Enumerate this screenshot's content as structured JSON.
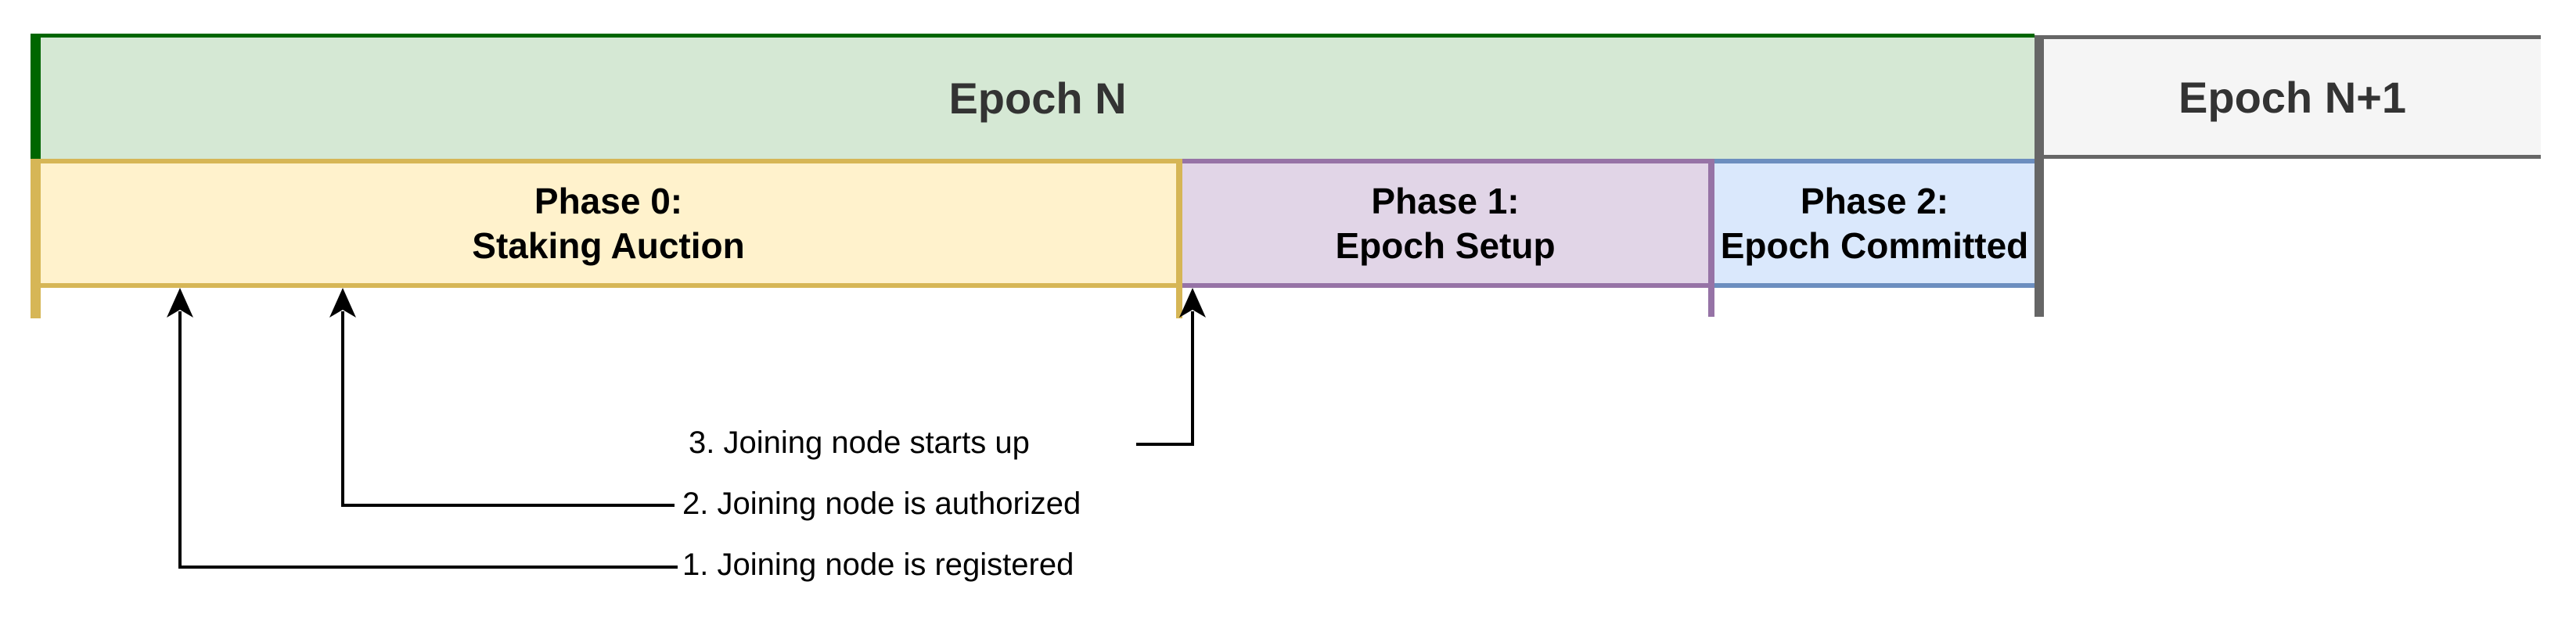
{
  "epoch_row": {
    "epoch_n": {
      "label": "Epoch N",
      "fill": "#d5e8d4",
      "border": "#006600",
      "text_color": "#333333"
    },
    "epoch_n_plus_1": {
      "label": "Epoch N+1",
      "fill": "#f5f5f5",
      "border": "#666666",
      "text_color": "#333333"
    },
    "boundary_bar_color": "#666666"
  },
  "phases": [
    {
      "title": "Phase 0:",
      "subtitle": "Staking Auction",
      "fill": "#fff2cc",
      "border": "#d6b656"
    },
    {
      "title": "Phase 1:",
      "subtitle": "Epoch Setup",
      "fill": "#e1d5e7",
      "border": "#9673a6"
    },
    {
      "title": "Phase 2:",
      "subtitle": "Epoch Committed",
      "fill": "#dae8fc",
      "border": "#6c8ebf"
    }
  ],
  "annotations": [
    {
      "label": "1. Joining node is registered"
    },
    {
      "label": "2. Joining node is authorized"
    },
    {
      "label": "3. Joining node starts up"
    }
  ],
  "arrow_color": "#000000"
}
